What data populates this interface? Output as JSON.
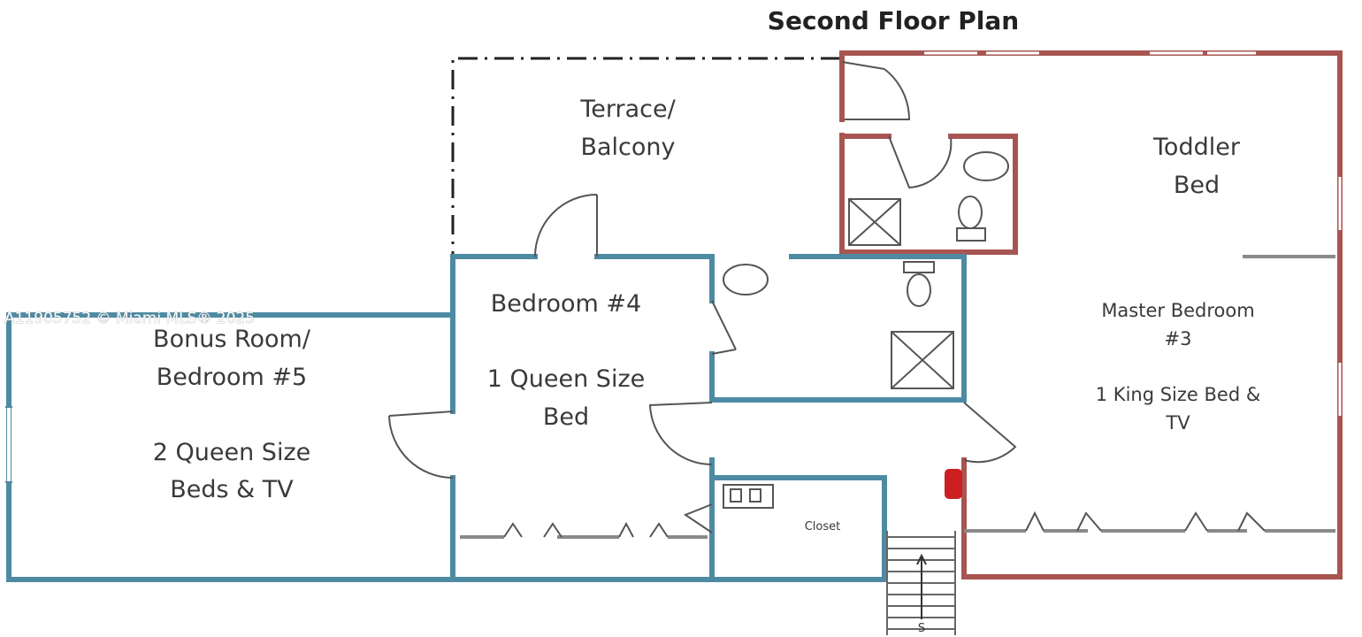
{
  "title": "Second Floor Plan",
  "watermark": "A11905752 © Miami MLS® 2025",
  "rooms": {
    "terrace": {
      "line1": "Terrace/",
      "line2": "Balcony"
    },
    "toddler": {
      "line1": "Toddler",
      "line2": "Bed"
    },
    "bedroom4": {
      "name": "Bedroom #4",
      "line1": "1 Queen Size",
      "line2": "Bed"
    },
    "bonus": {
      "line1": "Bonus Room/",
      "line2": "Bedroom #5",
      "line3": "2 Queen Size",
      "line4": "Beds & TV"
    },
    "master": {
      "line1": "Master Bedroom",
      "line2": "#3",
      "line3": "1 King Size Bed &",
      "line4": "TV"
    },
    "closet": {
      "label": "Closet"
    }
  },
  "stairs": {
    "label": "S"
  },
  "colors": {
    "blue_wall": "#4e8ba3",
    "red_wall": "#a85552",
    "gray_wall": "#8a8a8a",
    "fixture": "#555555",
    "extinguisher": "#cc1f1f"
  }
}
